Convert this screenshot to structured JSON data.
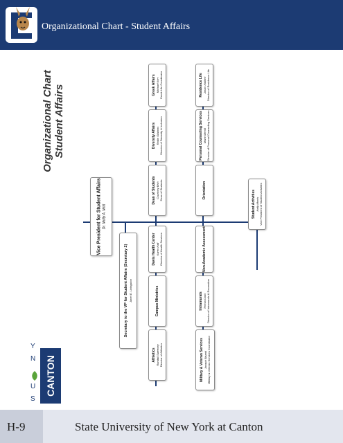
{
  "header": {
    "title": "Organizational Chart - Student Affairs",
    "brand_color": "#1c3b73"
  },
  "chart_title": {
    "line1": "Organizational Chart",
    "line2": "Student Affairs"
  },
  "suny": {
    "letters": [
      "S",
      "U",
      "N",
      "Y"
    ],
    "word": "CANTON"
  },
  "org": {
    "vp": {
      "title": "Vice President for Student Affairs",
      "name": "Dr. Molly A. Mott"
    },
    "secretary": {
      "title": "Secretary to the VP for Student Affairs (Secretary 2)",
      "name": "Janet E. Livingston"
    },
    "row1": [
      {
        "title": "Athletics",
        "name": "Randall Sweeney",
        "role": "Director of Athletics"
      },
      {
        "title": "Campus Ministries",
        "name": "",
        "role": ""
      },
      {
        "title": "Davis Health Center",
        "name": "Karen Hall",
        "role": "Director of Health Services"
      },
      {
        "title": "Dean of Students",
        "name": "Courtney Bish",
        "role": "Dean of Students"
      },
      {
        "title": "Diversity Affairs",
        "name": "Robin Gibbons",
        "role": "Director of Diversity & Inclusion"
      },
      {
        "title": "Greek Affairs",
        "name": "Michael Kerr",
        "role": "Greek Life Coordinator"
      }
    ],
    "row2": [
      {
        "title": "Military & Veteran Services",
        "name": "Joseph Bisanti",
        "role": "Military & Veteran Services Coordinator"
      },
      {
        "title": "Intramurals",
        "name": "Teresa Cook",
        "role": "Director of Intramurals & Recreation"
      },
      {
        "title": "Non-Academic Assessment",
        "name": "",
        "role": ""
      },
      {
        "title": "Orientation",
        "name": "",
        "role": ""
      },
      {
        "title": "Personal Counseling Services",
        "name": "Marie Merrill",
        "role": "Director of Personal Counseling Services"
      },
      {
        "title": "Residence Life",
        "name": "Jason Halbert",
        "role": "Director of Residence Life"
      }
    ],
    "student_activities": {
      "title": "Student Activities",
      "name": "Kelly Morris",
      "role": "Vice President of Student Activities"
    }
  },
  "footer": {
    "page": "H-9",
    "title": "State University of New York at Canton"
  }
}
